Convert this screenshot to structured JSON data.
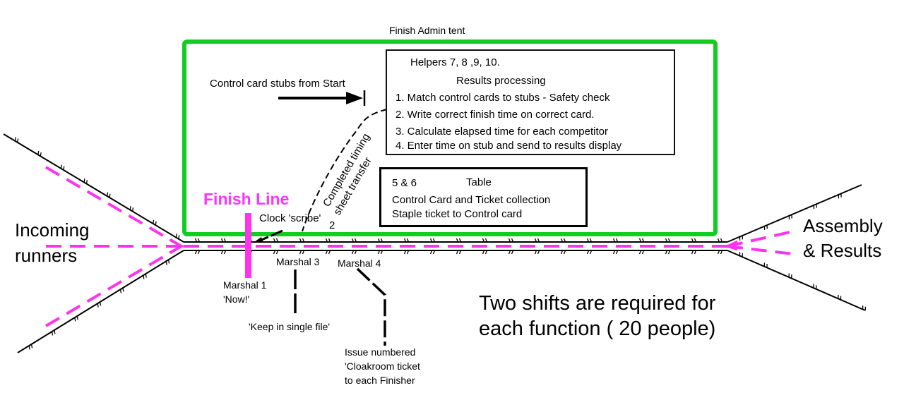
{
  "tent": {
    "title": "Finish Admin tent",
    "border_color": "#11cc22"
  },
  "helpers_box": {
    "helpers": "Helpers 7, 8 ,9, 10.",
    "heading": "Results processing",
    "steps": [
      "1. Match control cards to stubs - Safety check",
      "2. Write correct finish time on correct card.",
      "3. Calculate elapsed time for each competitor",
      "4. Enter time on stub and send to results display"
    ]
  },
  "table_box": {
    "helpers": "5 & 6",
    "heading": "Table",
    "lines": [
      "Control Card and Ticket collection",
      "Staple ticket to Control card"
    ]
  },
  "labels": {
    "control_stubs": "Control card stubs from Start",
    "timing_transfer_line1": "Completed timing",
    "timing_transfer_line2": "sheet transfer",
    "finish_line": "Finish Line",
    "clock_scribe": "Clock 'scribe'",
    "clock_scribe_num": "2",
    "incoming_line1": "Incoming",
    "incoming_line2": "runners",
    "assembly_line1": "Assembly",
    "assembly_line2": "& Results",
    "marshal1": "Marshal 1",
    "marshal1_quote": "'Now!'",
    "marshal3": "Marshal 3",
    "marshal3_note": "'Keep in single file'",
    "marshal4": "Marshal  4",
    "marshal4_note_line1": "Issue numbered",
    "marshal4_note_line2": "'Cloakroom ticket",
    "marshal4_note_line3": "to each Finisher",
    "shifts_line1": "Two shifts are required for",
    "shifts_line2": "each function ( 20 people)"
  },
  "colors": {
    "runner_path": "#ff33ee",
    "tent": "#11cc22",
    "ink": "#000000"
  }
}
